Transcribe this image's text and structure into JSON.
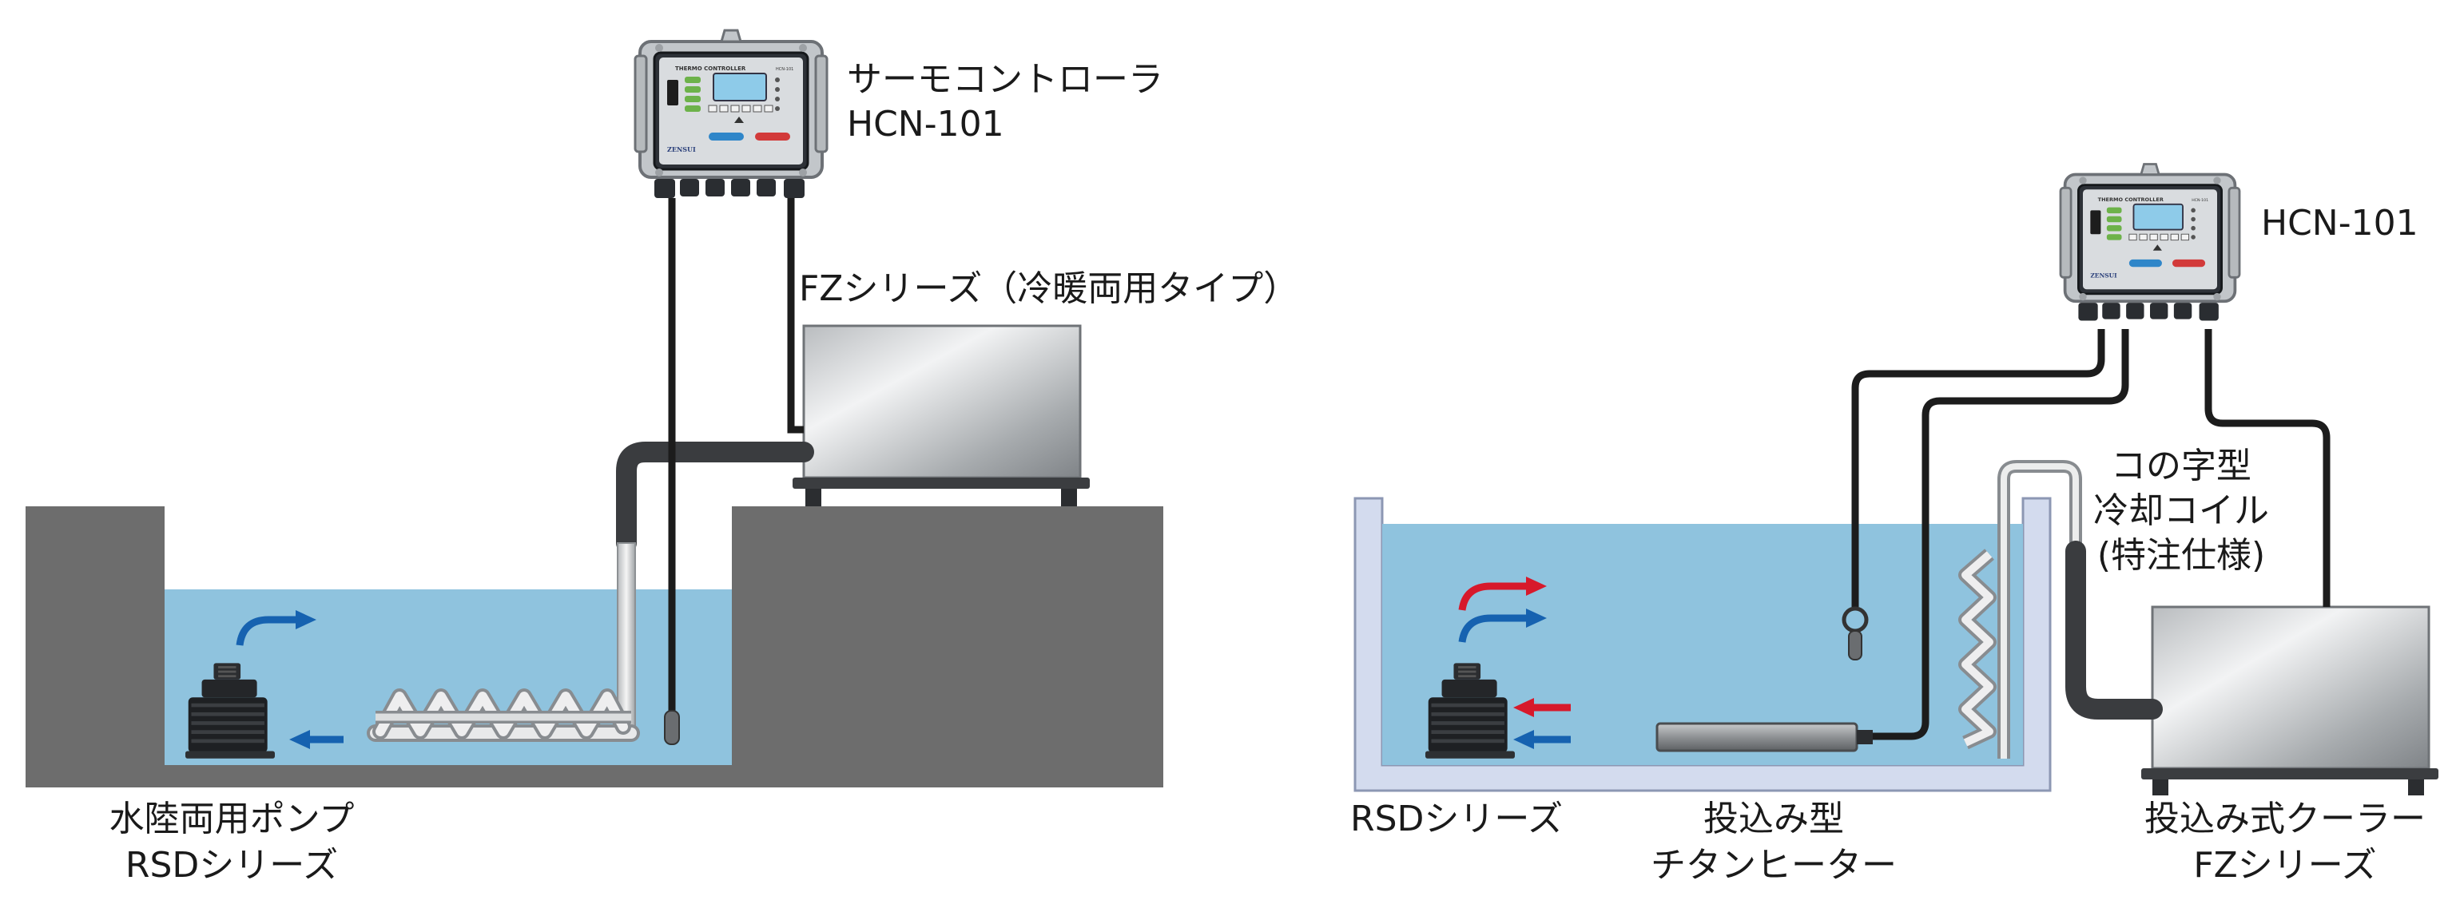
{
  "left_diagram": {
    "controller": {
      "panel_title": "THERMO CONTROLLER",
      "model_small": "HCN-101",
      "brand": "ZENSUI",
      "name_line1": "サーモコントローラ",
      "name_line2": "HCN-101"
    },
    "cooler_label": "FZシリーズ（冷暖両用タイプ）",
    "pump_label_line1": "水陸両用ポンプ",
    "pump_label_line2": "RSDシリーズ"
  },
  "right_diagram": {
    "controller": {
      "panel_title": "THERMO CONTROLLER",
      "model_small": "HCN-101",
      "brand": "ZENSUI",
      "name": "HCN-101"
    },
    "coil_label_line1": "コの字型",
    "coil_label_line2": "冷却コイル",
    "coil_label_line3": "(特注仕様)",
    "pump_label": "RSDシリーズ",
    "heater_label_line1": "投込み型",
    "heater_label_line2": "チタンヒーター",
    "cooler_label_line1": "投込み式クーラー",
    "cooler_label_line2": "FZシリーズ"
  },
  "colors": {
    "water": "#8fc3de",
    "ground": "#6d6d6d",
    "tank_wall": "#d3dbee",
    "cable": "#1c1c1c",
    "arrow_blue": "#1662b0",
    "arrow_red": "#d7192b",
    "controller_body": "#bfc3c7",
    "controller_face": "#2d3137",
    "display": "#8ecbe9"
  }
}
